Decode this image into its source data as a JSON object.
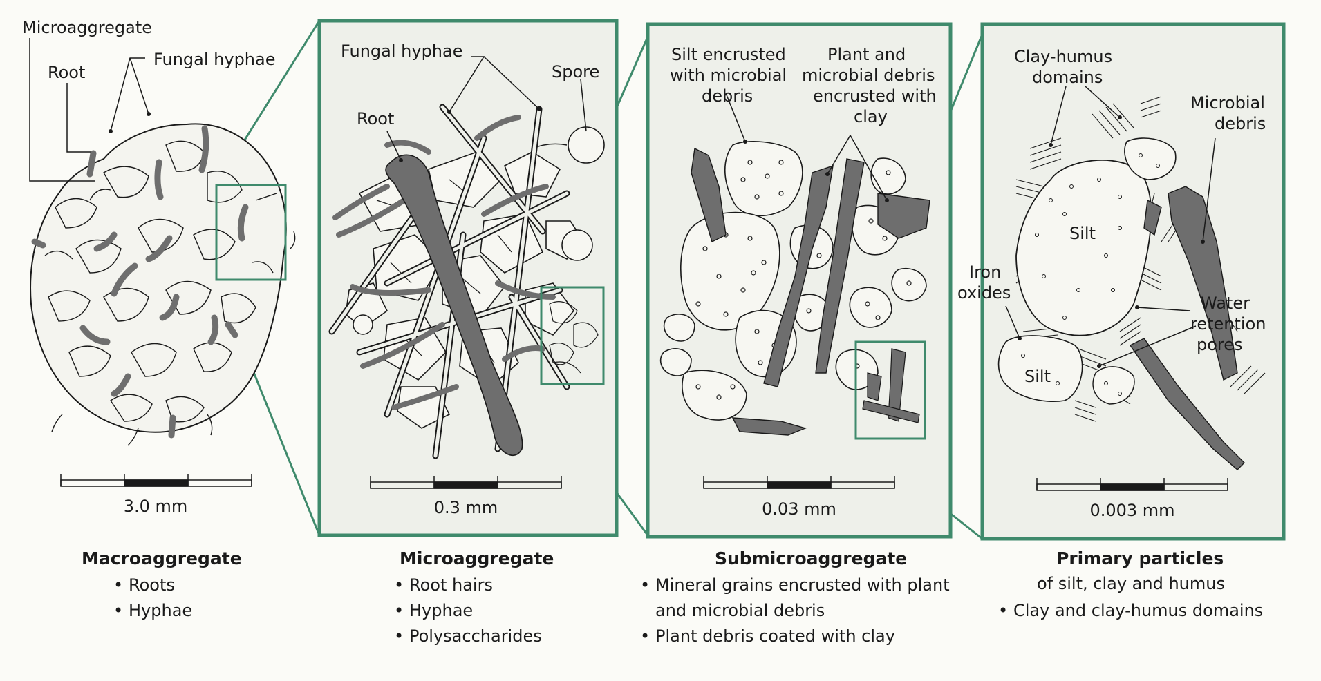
{
  "labels": {
    "p1_microaggregate": "Microaggregate",
    "p1_root": "Root",
    "p1_fungal_hyphae": "Fungal hyphae",
    "p2_fungal_hyphae": "Fungal hyphae",
    "p2_root": "Root",
    "p2_spore": "Spore",
    "p3_silt_line1": "Silt encrusted",
    "p3_silt_line2": "with microbial",
    "p3_silt_line3": "debris",
    "p3_plant_line1": "Plant and",
    "p3_plant_line2": "microbial debris",
    "p3_plant_line3": "encrusted with",
    "p3_plant_line4": "clay",
    "p4_clayhumus_line1": "Clay-humus",
    "p4_clayhumus_line2": "domains",
    "p4_microbial_line1": "Microbial",
    "p4_microbial_line2": "debris",
    "p4_silt_upper": "Silt",
    "p4_silt_lower": "Silt",
    "p4_iron_line1": "Iron",
    "p4_iron_line2": "oxides",
    "p4_water_line1": "Water",
    "p4_water_line2": "retention",
    "p4_water_line3": "pores"
  },
  "scales": {
    "macro": "3.0 mm",
    "micro": "0.3 mm",
    "submicro": "0.03 mm",
    "primary": "0.003 mm"
  },
  "captions": {
    "macro": {
      "title": "Macroaggregate",
      "items": [
        "Roots",
        "Hyphae"
      ]
    },
    "micro": {
      "title": "Microaggregate",
      "items": [
        "Root hairs",
        "Hyphae",
        "Polysaccharides"
      ]
    },
    "submicro": {
      "title": "Submicroaggregate",
      "items": [
        "Mineral grains encrusted with plant",
        "and microbial debris",
        "Plant debris coated with clay"
      ]
    },
    "primary": {
      "title": "Primary particles",
      "subtitle": "of silt, clay and humus",
      "items": [
        "Clay and clay-humus domains"
      ]
    }
  },
  "colors": {
    "frame": "#3f8a6c",
    "panel_bg": "#eef0ea",
    "debris": "#6e6e6e",
    "aggregate_fill": "#f4f4ef",
    "ink": "#1a1a1a"
  }
}
